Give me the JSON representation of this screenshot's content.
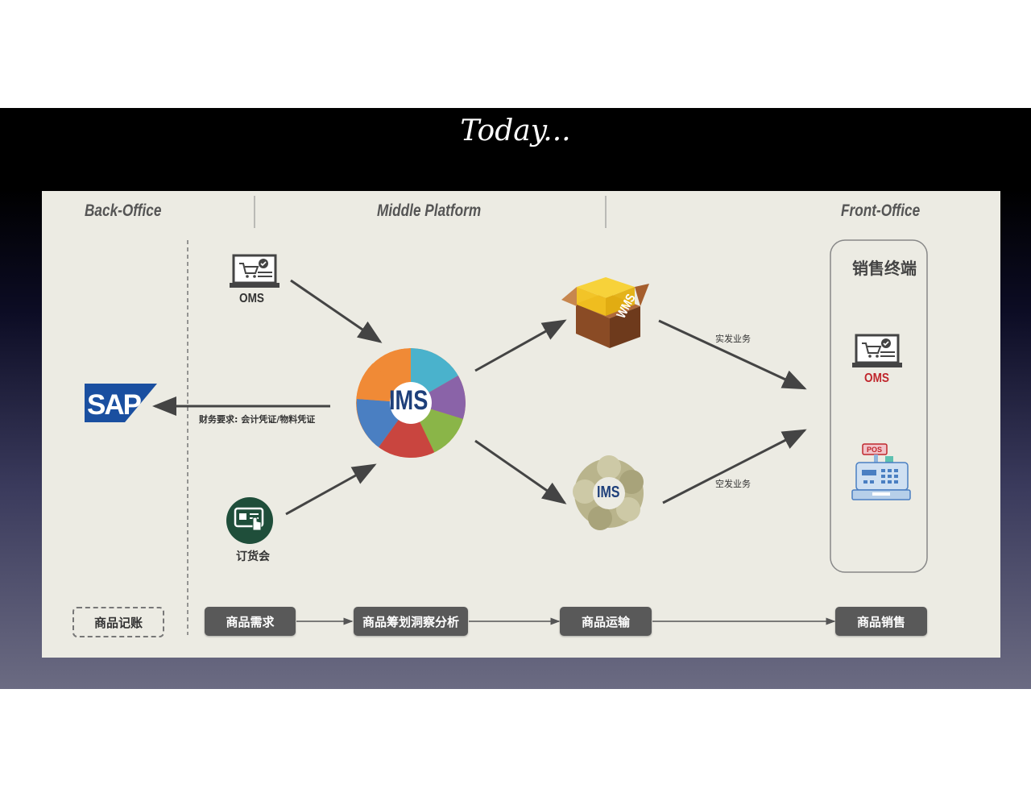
{
  "slide": {
    "title": "Today..."
  },
  "sections": {
    "back_office": "Back-Office",
    "middle_platform": "Middle Platform",
    "front_office": "Front-Office"
  },
  "nodes": {
    "oms_top": "OMS",
    "ims_main": "IMS",
    "wms": "WMS",
    "ims_virtual": "IMS",
    "sap": "SAP",
    "order_meeting": "订货会",
    "sales_terminal_title": "销售终端",
    "oms_front": "OMS",
    "pos": "POS"
  },
  "edges": {
    "to_sap": "财务要求: 会计凭证/物料凭证",
    "physical": "实发业务",
    "virtual": "空发业务"
  },
  "flow": {
    "accounting": "商品记账",
    "demand": "商品需求",
    "planning": "商品筹划洞察分析",
    "transport": "商品运输",
    "sales": "商品销售"
  },
  "colors": {
    "panel": "#ecebe3",
    "pill": "#595959",
    "ims_text": "#1e3f7a",
    "oms_front_text": "#c0272d",
    "sap_blue": "#1a4fa0"
  }
}
